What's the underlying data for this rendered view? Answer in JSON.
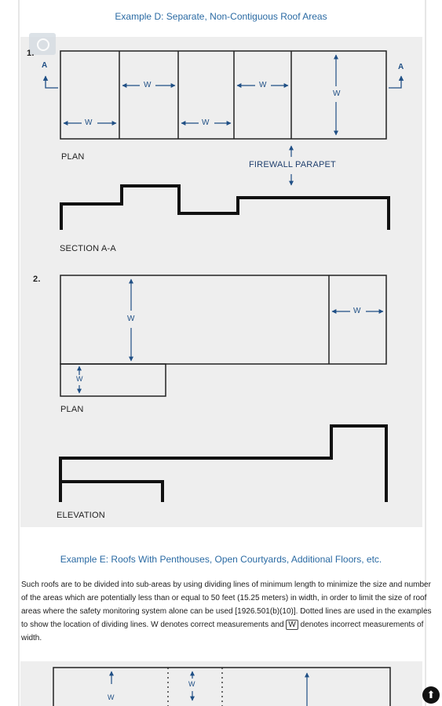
{
  "example_d": {
    "title": "Example D: Separate, Non-Contiguous Roof Areas",
    "item1": {
      "number": "1.",
      "plan_label": "PLAN",
      "section_marker": "A",
      "firewall_label": "FIREWALL PARAPET",
      "section_label": "SECTION A-A",
      "width_symbol": "W"
    },
    "item2": {
      "number": "2.",
      "plan_label": "PLAN",
      "elevation_label": "ELEVATION",
      "width_symbol": "W"
    }
  },
  "example_e": {
    "title": "Example E: Roofs With Penthouses, Open Courtyards, Additional Floors, etc.",
    "paragraph_text": "Such roofs are to be divided into sub-areas by using dividing lines of minimum length to minimize the size and number of the areas which are potentially less than or equal to 50 feet (15.25 meters) in width, in order to limit the size of roof areas where the safety monitoring system alone can be used [1926.501(b)(10)]. Dotted lines are used in the examples to show the location of dividing lines. W denotes correct measurements and",
    "boxed_symbol": "W",
    "paragraph_tail": " denotes incorrect measurements of width.",
    "width_symbol": "W"
  },
  "icons": [
    "camera-icon",
    "scroll-up-icon"
  ],
  "colors": {
    "heading": "#2a6aa3",
    "dimension": "#1f4f85",
    "panel": "#eeeeee"
  }
}
